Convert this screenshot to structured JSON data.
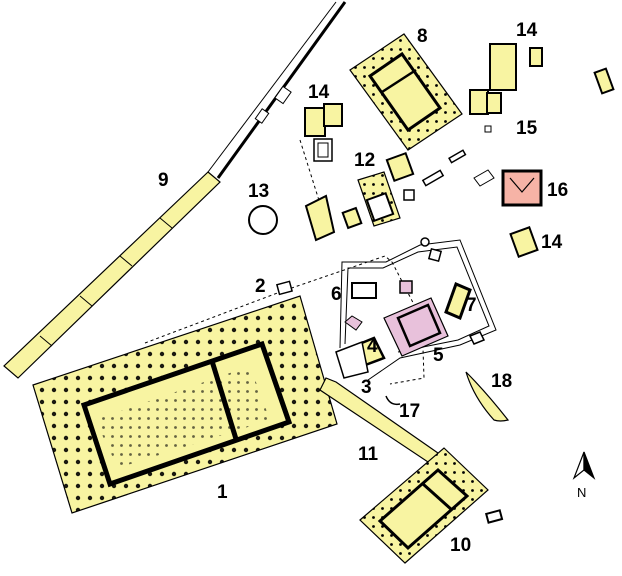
{
  "map": {
    "colors": {
      "temple_fill": "#f8f4a2",
      "altar_fill": "#e8c1db",
      "highlight_fill": "#f6b3a6",
      "outline": "#000000"
    },
    "labels": {
      "l1": "1",
      "l2": "2",
      "l3": "3",
      "l4": "4",
      "l5": "5",
      "l6": "6",
      "l7": "7",
      "l8": "8",
      "l9": "9",
      "l10": "10",
      "l11": "11",
      "l12": "12",
      "l13": "13",
      "l14a": "14",
      "l14b": "14",
      "l14c": "14",
      "l15": "15",
      "l16": "16",
      "l17": "17",
      "l18": "18"
    },
    "compass": {
      "icon": "north-arrow-icon",
      "label": "N"
    }
  }
}
